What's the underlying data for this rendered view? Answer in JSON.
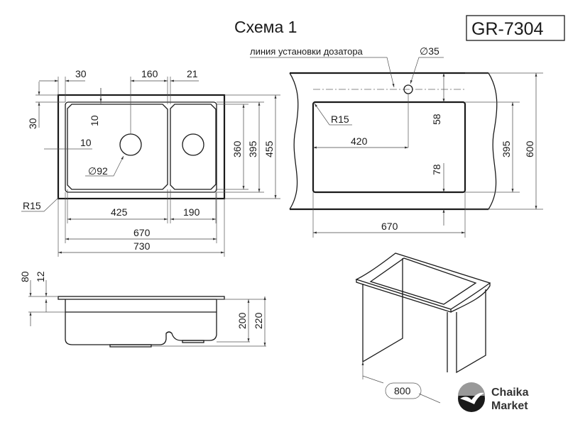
{
  "title": "Схема 1",
  "model": "GR-7304",
  "top_view": {
    "dims": {
      "d30_top": "30",
      "d160": "160",
      "d21": "21",
      "d30_left": "30",
      "d10_v": "10",
      "d10_h": "10",
      "d92": "∅92",
      "r15": "R15",
      "d360": "360",
      "d395": "395",
      "d455": "455",
      "d425": "425",
      "d190": "190",
      "d670": "670",
      "d730": "730"
    }
  },
  "install_view": {
    "dispenser_line_label": "линия установки дозатора",
    "dims": {
      "d35": "∅35",
      "r15": "R15",
      "d58": "58",
      "d420": "420",
      "d78": "78",
      "d395": "395",
      "d600": "600",
      "d670": "670"
    }
  },
  "side_view": {
    "dims": {
      "d80": "80",
      "d12": "12",
      "d200": "200",
      "d220": "220"
    }
  },
  "cabinet": {
    "width_label": "800"
  },
  "logo": {
    "line1": "Chaika",
    "line2": "Market"
  }
}
